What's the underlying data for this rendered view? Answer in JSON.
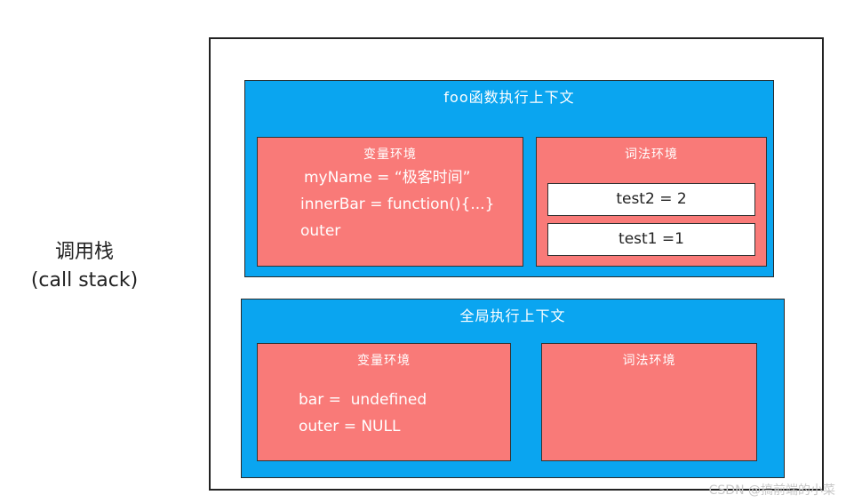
{
  "side_label": {
    "line1": "调用栈",
    "line2": "(call stack)"
  },
  "foo_context": {
    "title": "foo函数执行上下文",
    "variable_env": {
      "title": "变量环境",
      "lines": [
        "myName = “极客时间”",
        "innerBar = function(){...}",
        "outer"
      ]
    },
    "lexical_env": {
      "title": "词法环境",
      "items": [
        "test2 = 2",
        "test1 =1"
      ]
    }
  },
  "global_context": {
    "title": "全局执行上下文",
    "variable_env": {
      "title": "变量环境",
      "lines": [
        "bar =  undefined",
        "outer = NULL"
      ]
    },
    "lexical_env": {
      "title": "词法环境"
    }
  },
  "watermark": "CSDN @搞前端的小菜",
  "colors": {
    "context_blue": "#0aa5f0",
    "env_red": "#f97a78",
    "border": "#222222"
  }
}
